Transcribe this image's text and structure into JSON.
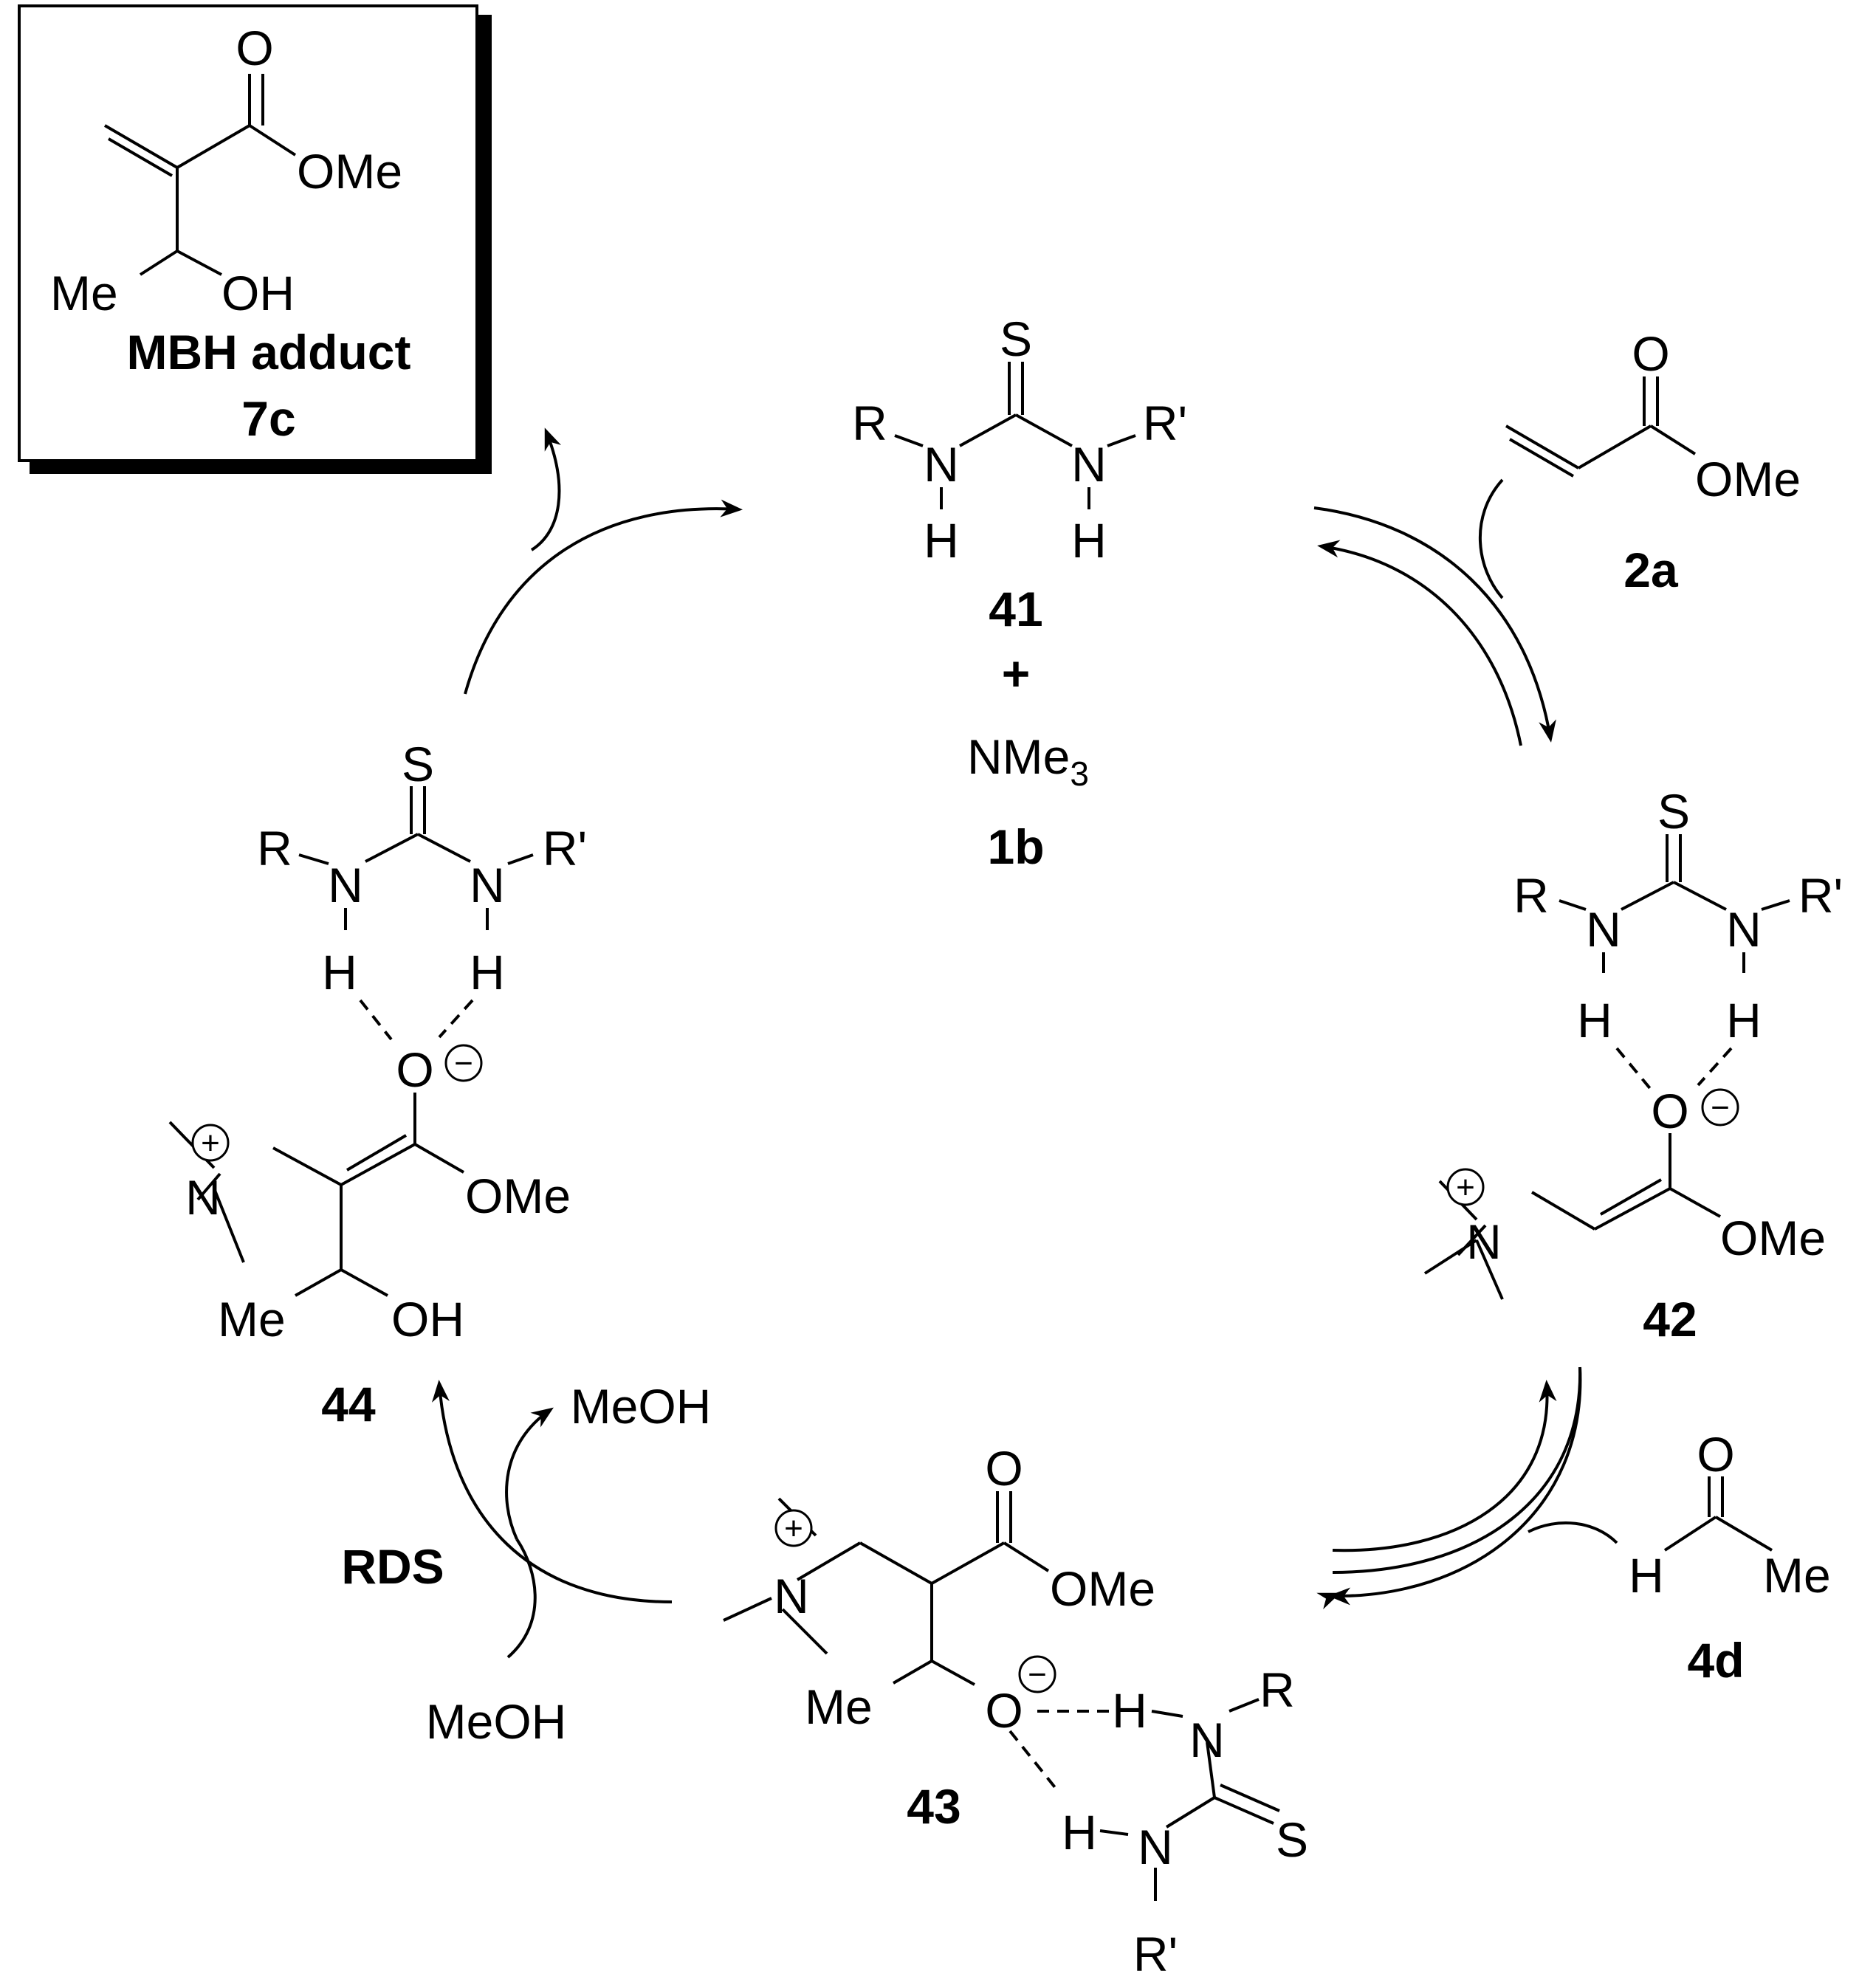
{
  "product_box": {
    "title": "MBH adduct",
    "id": "7c",
    "atoms": {
      "o_top": "O",
      "ome": "OMe",
      "me": "Me",
      "oh": "OH"
    }
  },
  "compound_41": {
    "id": "41",
    "plus": "+",
    "amine": {
      "text": "NMe",
      "subscript": "3"
    },
    "amine_id": "1b",
    "atoms": {
      "s": "S",
      "r": "R",
      "r_prime": "R'",
      "n1": "N",
      "n2": "N",
      "h1": "H",
      "h2": "H"
    }
  },
  "compound_2a": {
    "id": "2a",
    "atoms": {
      "o": "O",
      "ome": "OMe"
    }
  },
  "compound_42": {
    "id": "42",
    "atoms": {
      "s": "S",
      "r": "R",
      "r_prime": "R'",
      "n1": "N",
      "n2": "N",
      "h1": "H",
      "h2": "H",
      "o": "O",
      "n_plus": "N",
      "ome": "OMe"
    },
    "charges": {
      "n": "+",
      "o": "−"
    }
  },
  "compound_4d": {
    "id": "4d",
    "atoms": {
      "o": "O",
      "h": "H",
      "me": "Me"
    }
  },
  "compound_43": {
    "id": "43",
    "atoms": {
      "n_plus": "N",
      "o_top": "O",
      "ome": "OMe",
      "me": "Me",
      "o_minus": "O",
      "h1": "H",
      "n1": "N",
      "r": "R",
      "s": "S",
      "h2": "H",
      "n2": "N",
      "r_prime": "R'"
    },
    "charges": {
      "n": "+",
      "o": "−"
    }
  },
  "compound_44": {
    "id": "44",
    "atoms": {
      "s": "S",
      "r": "R",
      "r_prime": "R'",
      "n1": "N",
      "n2": "N",
      "h1": "H",
      "h2": "H",
      "o": "O",
      "n_plus": "N",
      "ome": "OMe",
      "me": "Me",
      "oh": "OH"
    },
    "charges": {
      "n": "+",
      "o": "−"
    }
  },
  "step_labels": {
    "rds": "RDS",
    "meoh_in": "MeOH",
    "meoh_out": "MeOH"
  }
}
